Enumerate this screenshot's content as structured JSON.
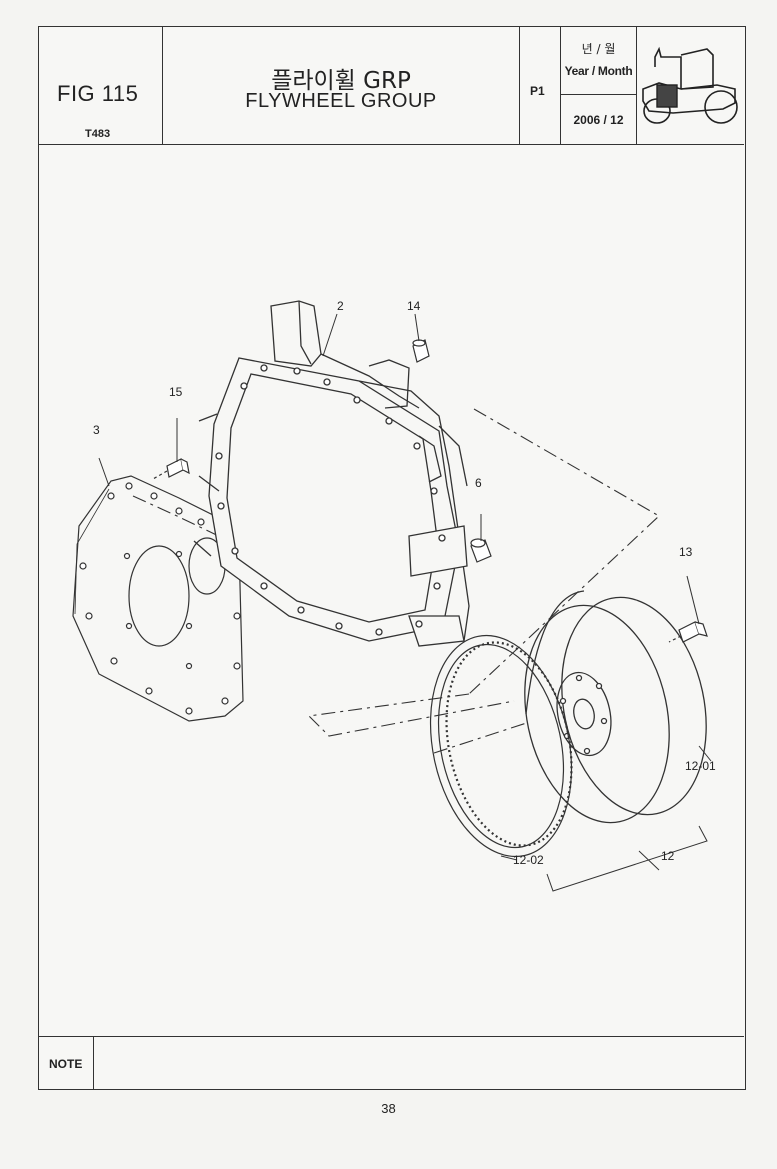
{
  "header": {
    "fig_number": "FIG 115",
    "fig_code": "T483",
    "title_ko": "플라이휠 GRP",
    "title_en": "FLYWHEEL GROUP",
    "page_code": "P1",
    "year_month_ko": "년 / 월",
    "year_month_en": "Year / Month",
    "date": "2006  / 12",
    "icon": "tractor-icon"
  },
  "callouts": [
    {
      "id": "callout-2",
      "label": "2"
    },
    {
      "id": "callout-14",
      "label": "14"
    },
    {
      "id": "callout-15",
      "label": "15"
    },
    {
      "id": "callout-3",
      "label": "3"
    },
    {
      "id": "callout-6",
      "label": "6"
    },
    {
      "id": "callout-13",
      "label": "13"
    },
    {
      "id": "callout-12-01",
      "label": "12-01"
    },
    {
      "id": "callout-12-02",
      "label": "12-02"
    },
    {
      "id": "callout-12",
      "label": "12"
    }
  ],
  "note": {
    "label": "NOTE",
    "text": ""
  },
  "page_number": "38"
}
